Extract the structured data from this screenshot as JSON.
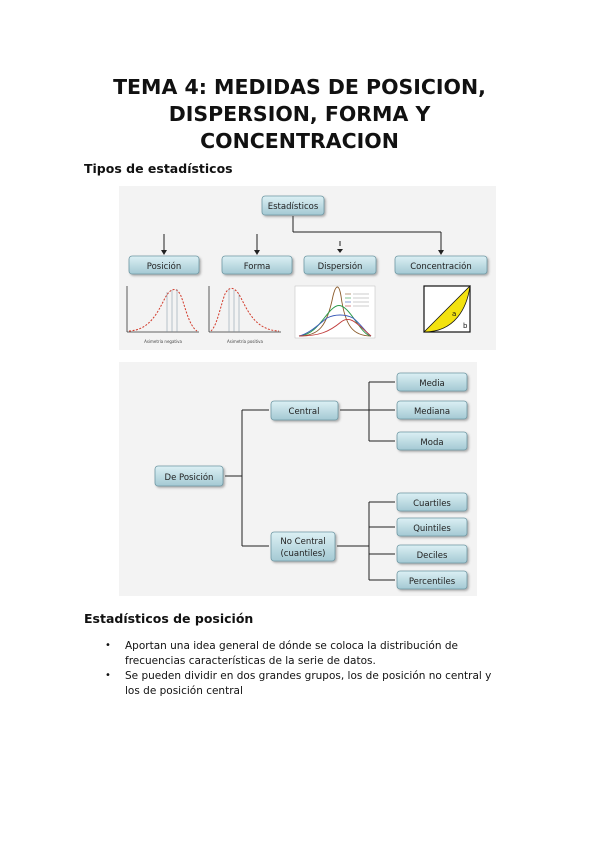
{
  "document": {
    "title_lines": [
      "TEMA 4: MEDIDAS DE POSICION,",
      "DISPERSION, FORMA Y",
      "CONCENTRACION"
    ],
    "section1_heading": "Tipos de estadísticos",
    "section2_heading": "Estadísticos de posición",
    "bullets": [
      {
        "text_line1": " Aportan una idea general de dónde se coloca la distribución de",
        "text_line2": "frecuencias características de la serie de datos."
      },
      {
        "text_line1": "Se pueden dividir en dos grandes grupos, los de posición no central y",
        "text_line2": "los de posición central"
      }
    ],
    "bullet_glyph": "•"
  },
  "types_diagram": {
    "root": "Estadísticos",
    "children": [
      "Posición",
      "Forma",
      "Dispersión",
      "Concentración"
    ],
    "thumb1_caption": "Asimetría negativa",
    "thumb2_caption": "Asimetría positiva",
    "thumb4_labels": [
      "a",
      "b"
    ]
  },
  "position_diagram": {
    "root": "De Posición",
    "central": "Central",
    "central_children": [
      "Media",
      "Mediana",
      "Moda"
    ],
    "noncentral_line1": "No Central",
    "noncentral_line2": "(cuantiles)",
    "noncentral_children": [
      "Cuartiles",
      "Quintiles",
      "Deciles",
      "Percentiles"
    ]
  },
  "colors": {
    "box_top": "#dbeff3",
    "box_bottom": "#a7ccd6",
    "box_border": "#6f98a4",
    "panel_bg": "#f3f3f3",
    "curve_red": "#d23a2a",
    "lorenz_yellow": "#f3e20f"
  }
}
